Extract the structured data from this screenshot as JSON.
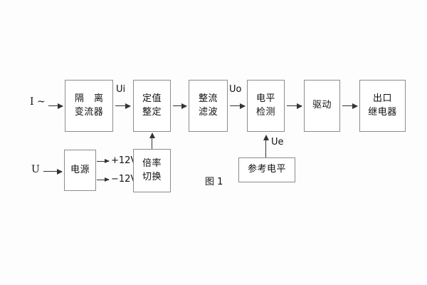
{
  "figure": {
    "caption": "图 1",
    "background_color": "#fdfdfd",
    "box_border_color": "#8c8c8c",
    "line_color": "#333333"
  },
  "inputs": [
    {
      "id": "current-input",
      "label": "I ~"
    },
    {
      "id": "voltage-input",
      "label": "U"
    }
  ],
  "blocks": [
    {
      "id": "isolation-transformer",
      "line1": "隔 离",
      "line2": "变流器"
    },
    {
      "id": "setting-value",
      "line1": "定值",
      "line2": "整定"
    },
    {
      "id": "rectify-filter",
      "line1": "整流",
      "line2": "滤波"
    },
    {
      "id": "level-detect",
      "line1": "电平",
      "line2": "检测"
    },
    {
      "id": "drive",
      "line1": "驱动",
      "line2": ""
    },
    {
      "id": "output-relay",
      "line1": "出口",
      "line2": "继电器"
    },
    {
      "id": "power-supply",
      "line1": "电源",
      "line2": ""
    },
    {
      "id": "multiplier-switch",
      "line1": "倍率",
      "line2": "切换"
    },
    {
      "id": "reference-level",
      "line1": "参考电平",
      "line2": ""
    }
  ],
  "signal_labels": [
    {
      "id": "ui",
      "text": "Ui"
    },
    {
      "id": "uo",
      "text": "Uo"
    },
    {
      "id": "ue",
      "text": "Ue"
    }
  ],
  "power_rails": [
    {
      "id": "rail-positive",
      "text": "+12V"
    },
    {
      "id": "rail-negative",
      "text": "−12V"
    }
  ]
}
